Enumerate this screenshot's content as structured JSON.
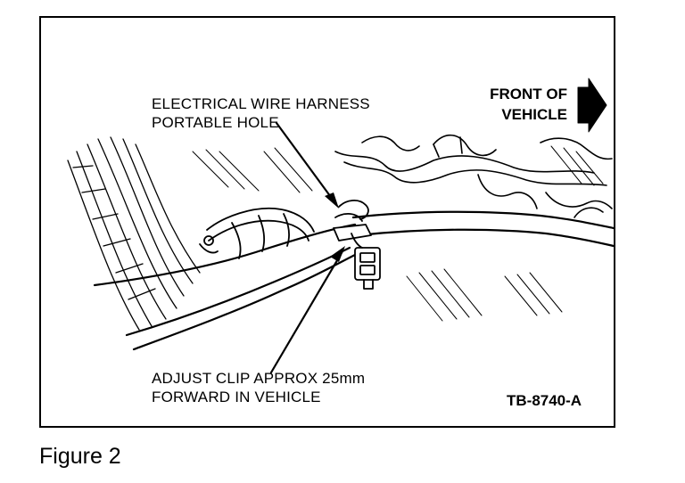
{
  "diagram": {
    "callout_harness": {
      "line1": "ELECTRICAL WIRE HARNESS",
      "line2": "PORTABLE HOLE"
    },
    "callout_clip": {
      "line1": "ADJUST CLIP APPROX 25mm",
      "line2": "FORWARD IN VEHICLE"
    },
    "direction": {
      "line1": "FRONT OF",
      "line2": "VEHICLE"
    },
    "drawing_id": "TB-8740-A"
  },
  "caption": "Figure 2"
}
